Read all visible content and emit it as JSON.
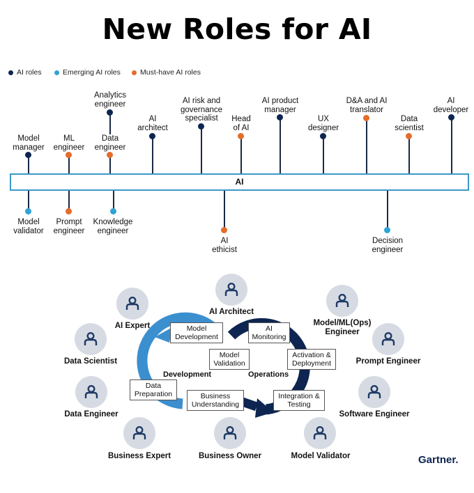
{
  "title": "New Roles for AI",
  "legend": [
    {
      "label": "AI roles",
      "color": "#0d2550"
    },
    {
      "label": "Emerging AI roles",
      "color": "#2fa3d6"
    },
    {
      "label": "Must-have AI roles",
      "color": "#e46d2a"
    }
  ],
  "bar_label": "AI",
  "roles_above": [
    {
      "label": "Model\nmanager",
      "type": "ai"
    },
    {
      "label": "ML\nengineer",
      "type": "must"
    },
    {
      "label": "Data\nengineer",
      "type": "must"
    },
    {
      "label": "Analytics\nengineer",
      "type": "ai"
    },
    {
      "label": "AI\narchitect",
      "type": "ai"
    },
    {
      "label": "AI risk and\ngovernance\nspecialist",
      "type": "ai"
    },
    {
      "label": "Head\nof AI",
      "type": "must"
    },
    {
      "label": "AI product\nmanager",
      "type": "ai"
    },
    {
      "label": "UX\ndesigner",
      "type": "ai"
    },
    {
      "label": "D&A and AI\ntranslator",
      "type": "must"
    },
    {
      "label": "Data\nscientist",
      "type": "must"
    },
    {
      "label": "AI\ndeveloper",
      "type": "ai"
    }
  ],
  "roles_below": [
    {
      "label": "Model\nvalidator",
      "type": "emerging"
    },
    {
      "label": "Prompt\nengineer",
      "type": "must"
    },
    {
      "label": "Knowledge\nengineer",
      "type": "emerging"
    },
    {
      "label": "AI\nethicist",
      "type": "must"
    },
    {
      "label": "Decision\nengineer",
      "type": "emerging"
    }
  ],
  "people": [
    "AI Architect",
    "AI Expert",
    "Model/ML(Ops)\nEngineer",
    "Data Scientist",
    "Prompt Engineer",
    "Data Engineer",
    "Software Engineer",
    "Business Expert",
    "Business Owner",
    "Model Validator"
  ],
  "cycle": {
    "development_label": "Development",
    "operations_label": "Operations",
    "boxes": [
      "Model\nDevelopment",
      "Model\nValidation",
      "Data\nPreparation",
      "Business\nUnderstanding",
      "AI\nMonitoring",
      "Activation &\nDeployment",
      "Integration &\nTesting"
    ],
    "colors": {
      "development": "#3b8fcf",
      "operations": "#0d2550"
    }
  },
  "brand": "Gartner."
}
